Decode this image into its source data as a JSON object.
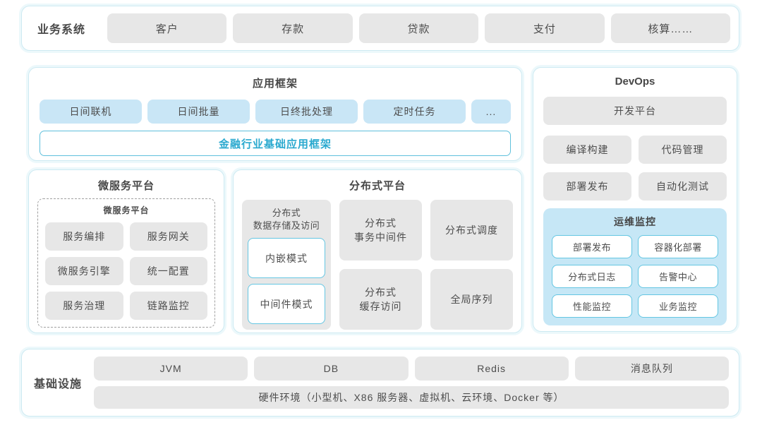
{
  "business_systems": {
    "label": "业务系统",
    "items": [
      "客户",
      "存款",
      "贷款",
      "支付",
      "核算……"
    ]
  },
  "app_framework": {
    "title": "应用框架",
    "modules": [
      "日间联机",
      "日间批量",
      "日终批处理",
      "定时任务",
      "..."
    ],
    "base_framework": "金融行业基础应用框架"
  },
  "microservice_platform": {
    "title": "微服务平台",
    "inner_title": "微服务平台",
    "items": [
      "服务编排",
      "服务网关",
      "微服务引擎",
      "统一配置",
      "服务治理",
      "链路监控"
    ]
  },
  "distributed_platform": {
    "title": "分布式平台",
    "storage": {
      "line1": "分布式",
      "line2": "数据存储及访问",
      "modes": [
        "内嵌模式",
        "中间件模式"
      ]
    },
    "transaction": {
      "line1": "分布式",
      "line2": "事务中间件"
    },
    "scheduling": "分布式调度",
    "cache": {
      "line1": "分布式",
      "line2": "缓存访问"
    },
    "global_sequence": "全局序列"
  },
  "devops": {
    "title": "DevOps",
    "dev_platform": "开发平台",
    "tools": [
      "编译构建",
      "代码管理",
      "部署发布",
      "自动化测试"
    ],
    "monitoring": {
      "title": "运维监控",
      "items": [
        "部署发布",
        "容器化部署",
        "分布式日志",
        "告警中心",
        "性能监控",
        "业务监控"
      ]
    }
  },
  "infrastructure": {
    "label": "基础设施",
    "items": [
      "JVM",
      "DB",
      "Redis",
      "消息队列"
    ],
    "hardware": "硬件环境（小型机、X86 服务器、虚拟机、云环境、Docker 等）"
  },
  "colors": {
    "accent_teal": "#2aa9cf",
    "panel_border": "#cdeaf2",
    "panel_glow": "#ecf8fb",
    "chip_blue": "#c9e6f6",
    "chip_gray": "#e7e7e7",
    "monitor_bg": "#c6e7f6",
    "white_chip_border": "#64c6e2",
    "strip_border": "#5fc0dc",
    "text": "#4d4d4d"
  }
}
